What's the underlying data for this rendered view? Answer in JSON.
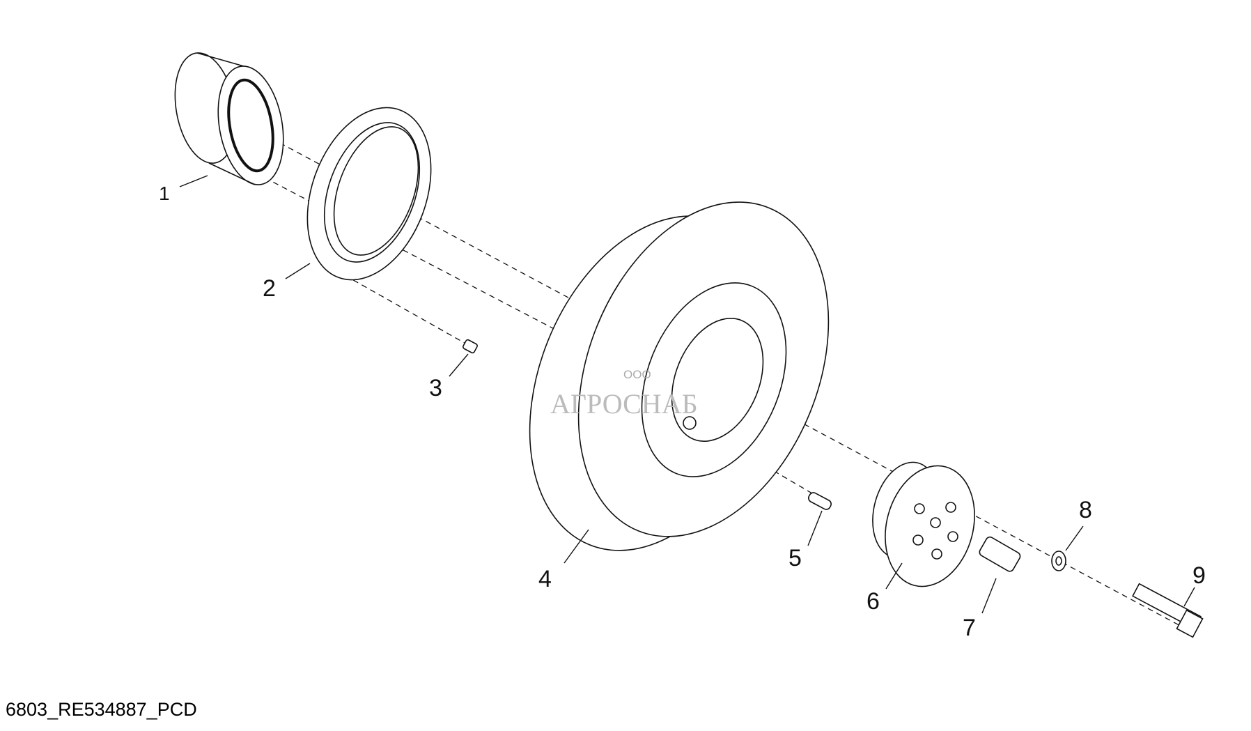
{
  "diagram": {
    "code": "6803_RE534887_PCD",
    "callouts": [
      "1",
      "2",
      "3",
      "4",
      "5",
      "6",
      "7",
      "8",
      "9"
    ],
    "watermark": {
      "prefix": "ООО",
      "name": "АГРОСНАБ"
    }
  }
}
